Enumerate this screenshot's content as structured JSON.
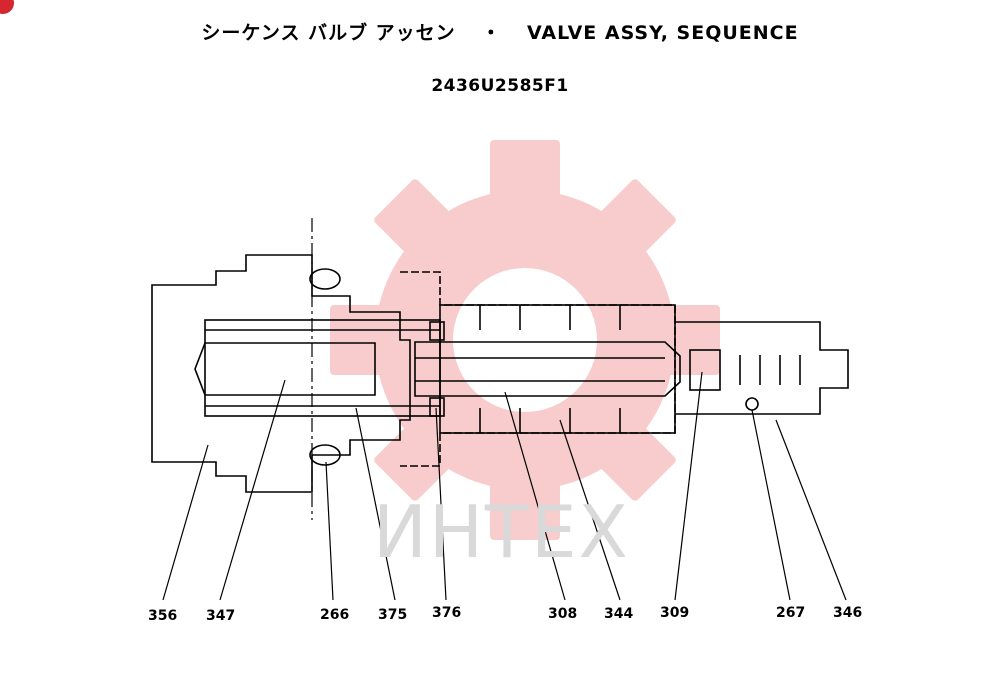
{
  "title": {
    "japanese": "シーケンス バルブ アッセン",
    "separator": "・",
    "english": "VALVE ASSY, SEQUENCE"
  },
  "part_number": "2436U2585F1",
  "watermark": {
    "logo_icon": "gear-logo-icon",
    "text": "ИНТЕХ",
    "color": "#f5b5b5"
  },
  "accent_color": "#d6262f",
  "callouts": [
    "356",
    "347",
    "266",
    "375",
    "376",
    "308",
    "344",
    "309",
    "267",
    "346"
  ]
}
